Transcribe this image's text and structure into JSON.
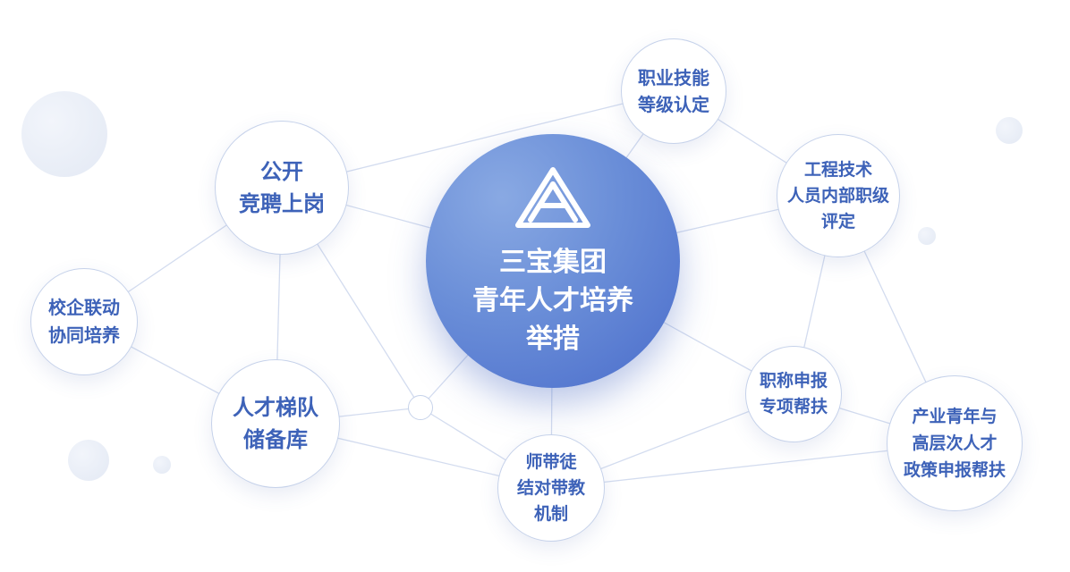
{
  "center": {
    "title_lines": [
      "三宝集团",
      "青年人才培养",
      "举措"
    ],
    "logo_icon": "triangle-knot-logo"
  },
  "nodes": [
    {
      "id": "zhiye",
      "lines": [
        "职业技能",
        "等级认定"
      ]
    },
    {
      "id": "gongkai",
      "lines": [
        "公开",
        "竞聘上岗"
      ]
    },
    {
      "id": "gongcheng",
      "lines": [
        "工程技术",
        "人员内部职级",
        "评定"
      ]
    },
    {
      "id": "xiaoqi",
      "lines": [
        "校企联动",
        "协同培养"
      ]
    },
    {
      "id": "rencai",
      "lines": [
        "人才梯队",
        "储备库"
      ]
    },
    {
      "id": "zhicheng",
      "lines": [
        "职称申报",
        "专项帮扶"
      ]
    },
    {
      "id": "chanye",
      "lines": [
        "产业青年与",
        "高层次人才",
        "政策申报帮扶"
      ]
    },
    {
      "id": "shidai",
      "lines": [
        "师带徒",
        "结对带教",
        "机制"
      ]
    }
  ],
  "colors": {
    "accent": "#3d62b8",
    "hub_gradient": [
      "#89a9e3",
      "#4a6ccb"
    ],
    "line": "#d3dcef",
    "node_border": "#c6d2ea"
  }
}
